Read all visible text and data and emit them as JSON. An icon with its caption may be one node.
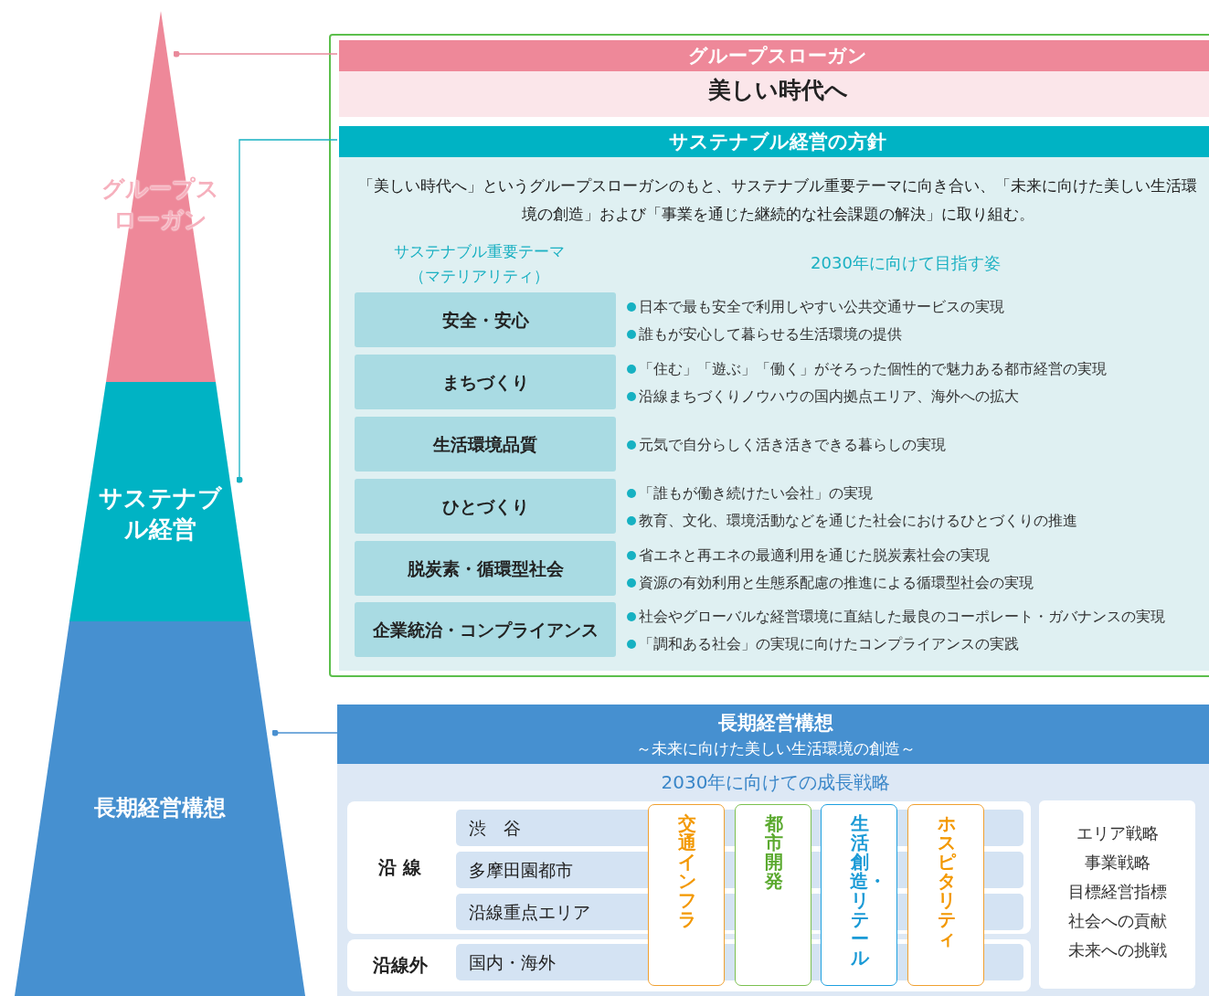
{
  "diagram": {
    "nodes": [
      {
        "text": [
          "グループスローガン"
        ]
      },
      {
        "text": [
          "サステナブル経営"
        ]
      },
      {
        "text": [
          "長期経営構想"
        ]
      },
      {
        "text": [],
        "shape": "box"
      },
      {
        "text": [
          "グループスローガン",
          "美しい時代へ"
        ],
        "in": 3
      },
      {
        "text": [
          "サステナブル経営の方針",
          "「美しい時代へ」というグループスローガンのもと、サステナブル重要テーマに向き合い、「未来に向けた美しい生活環境の創造」および「事業を通じた継続的な社会課題の解決」に取り組む。",
          "サステナブル重要テーマ（マテリアリティ）",
          "2030年に向けて目指す姿"
        ],
        "in": 3
      },
      {
        "text": [
          "安全・安心"
        ],
        "in": 5,
        "beside": [
          "日本で最も安全で利用しやすい公共交通サービスの実現",
          "誰もが安心して暮らせる生活環境の提供"
        ]
      },
      {
        "text": [
          "まちづくり"
        ],
        "in": 5,
        "beside": [
          "「住む」「遊ぶ」「働く」がそろった個性的で魅力ある都市経営の実現",
          "沿線まちづくりノウハウの国内拠点エリア、海外への拡大"
        ]
      },
      {
        "text": [
          "生活環境品質"
        ],
        "in": 5,
        "beside": [
          "元気で自分らしく活き活きできる暮らしの実現"
        ]
      },
      {
        "text": [
          "ひとづくり"
        ],
        "in": 5,
        "beside": [
          "「誰もが働き続けたい会社」の実現",
          "教育、文化、環境活動などを通じた社会におけるひとづくりの推進"
        ]
      },
      {
        "text": [
          "脱炭素・循環型社会"
        ],
        "in": 5,
        "beside": [
          "省エネと再エネの最適利用を通じた脱炭素社会の実現",
          "資源の有効利用と生態系配慮の推進による循環型社会の実現"
        ]
      },
      {
        "text": [
          "企業統治・コンプライアンス"
        ],
        "in": 5,
        "beside": [
          "社会やグローバルな経営環境に直結した最良のコーポレート・ガバナンスの実現",
          "「調和ある社会」の実現に向けたコンプライアンスの実践"
        ]
      },
      {
        "text": [
          "長期経営構想",
          "～未来に向けた美しい生活環境の創造～",
          "2030年に向けての成長戦略"
        ]
      },
      {
        "text": [
          "沿 線"
        ],
        "in": 12
      },
      {
        "text": [
          "渋　谷"
        ],
        "in": 13
      },
      {
        "text": [
          "多摩田園都市"
        ],
        "in": 13
      },
      {
        "text": [
          "沿線重点エリア"
        ],
        "in": 13
      },
      {
        "text": [
          "沿線外"
        ],
        "in": 12
      },
      {
        "text": [
          "国内・海外"
        ],
        "in": 17
      },
      {
        "text": [
          "交通インフラ"
        ],
        "in": 12
      },
      {
        "text": [
          "都市開発"
        ],
        "in": 12
      },
      {
        "text": [
          "生活創造・リテール"
        ],
        "in": 12
      },
      {
        "text": [
          "ホスピタリティ"
        ],
        "in": 12
      },
      {
        "text": [
          "エリア戦略",
          "事業戦略",
          "目標経営指標",
          "社会への貢献",
          "未来への挑戦"
        ],
        "in": 12
      }
    ],
    "edges": [
      {
        "from": 0,
        "to": 4,
        "arrow": "other",
        "color": "#e98a9b"
      },
      {
        "from": 1,
        "to": 5,
        "arrow": "other",
        "color": "#16b1c2"
      },
      {
        "from": 2,
        "to": 12,
        "arrow": "other",
        "color": "#4a90d0"
      }
    ]
  }
}
